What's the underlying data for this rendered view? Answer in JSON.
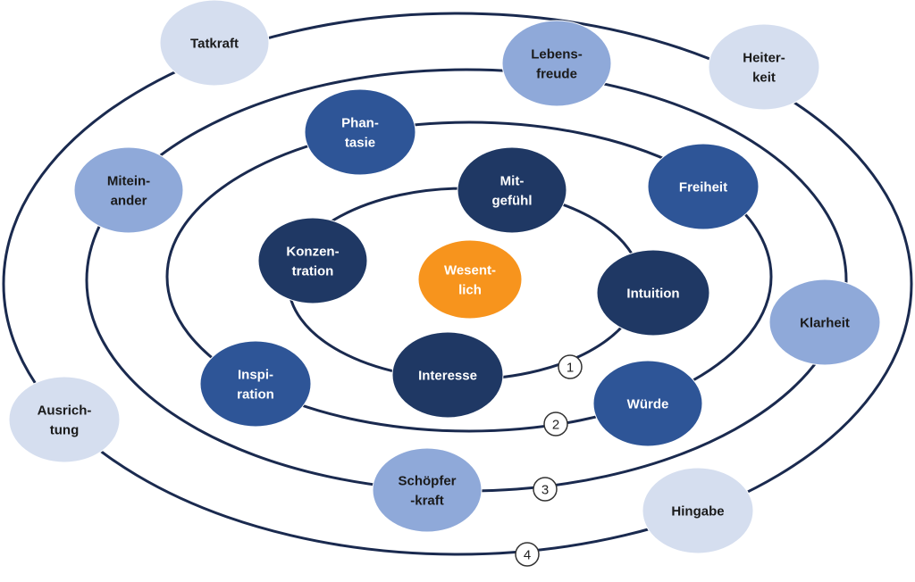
{
  "colors": {
    "background": "#ffffff",
    "ring_stroke": "#1a2a4f",
    "center": "#f7941d",
    "level1": "#1f3864",
    "level2": "#2e5597",
    "level3": "#8fa9d9",
    "level4": "#d5deef",
    "badge_fill": "#ffffff",
    "badge_stroke": "#333333"
  },
  "center": {
    "lines": [
      "Wesent-",
      "lich"
    ]
  },
  "ring_labels": [
    "1",
    "2",
    "3",
    "4"
  ],
  "nodes": [
    {
      "id": "mitgefuehl",
      "ring": 1,
      "lines": [
        "Mit-",
        "gefühl"
      ]
    },
    {
      "id": "konzentration",
      "ring": 1,
      "lines": [
        "Konzen-",
        "tration"
      ]
    },
    {
      "id": "intuition",
      "ring": 1,
      "lines": [
        "Intuition"
      ]
    },
    {
      "id": "interesse",
      "ring": 1,
      "lines": [
        "Interesse"
      ]
    },
    {
      "id": "phantasie",
      "ring": 2,
      "lines": [
        "Phan-",
        "tasie"
      ]
    },
    {
      "id": "freiheit",
      "ring": 2,
      "lines": [
        "Freiheit"
      ]
    },
    {
      "id": "inspiration",
      "ring": 2,
      "lines": [
        "Inspi-",
        "ration"
      ]
    },
    {
      "id": "wuerde",
      "ring": 2,
      "lines": [
        "Würde"
      ]
    },
    {
      "id": "lebensfreude",
      "ring": 3,
      "lines": [
        "Lebens-",
        "freude"
      ]
    },
    {
      "id": "miteinander",
      "ring": 3,
      "lines": [
        "Mitein-",
        "ander"
      ]
    },
    {
      "id": "klarheit",
      "ring": 3,
      "lines": [
        "Klarheit"
      ]
    },
    {
      "id": "schoepferkraft",
      "ring": 3,
      "lines": [
        "Schöpfer",
        "-kraft"
      ]
    },
    {
      "id": "tatkraft",
      "ring": 4,
      "lines": [
        "Tatkraft"
      ]
    },
    {
      "id": "heiterkeit",
      "ring": 4,
      "lines": [
        "Heiter-",
        "keit"
      ]
    },
    {
      "id": "ausrichtung",
      "ring": 4,
      "lines": [
        "Ausrich-",
        "tung"
      ]
    },
    {
      "id": "hingabe",
      "ring": 4,
      "lines": [
        "Hingabe"
      ]
    }
  ]
}
